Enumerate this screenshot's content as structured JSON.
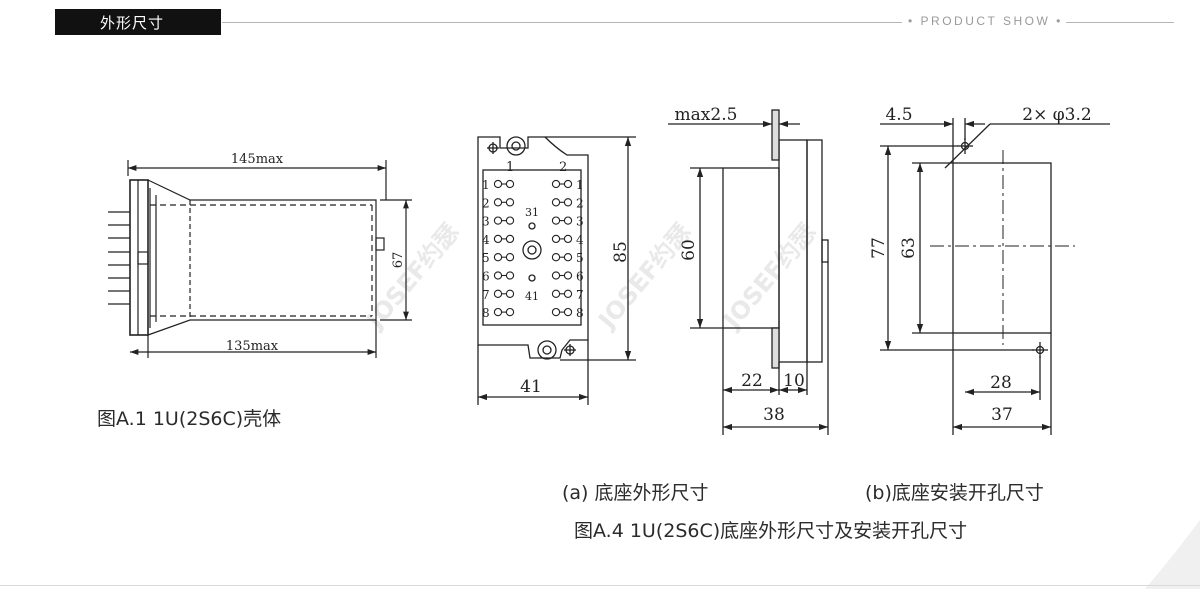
{
  "header": {
    "tab_label": "外形尺寸",
    "product_show": "PRODUCT SHOW"
  },
  "watermark": "JOSEF约瑟",
  "figure_a1": {
    "dim_top": "145max",
    "dim_bottom": "135max",
    "dim_height": "67",
    "caption": "图A.1  1U(2S6C)壳体"
  },
  "figure_a4": {
    "socket": {
      "label_col1": "1",
      "label_col2": "2",
      "label_31": "31",
      "label_41": "41",
      "row_numbers": [
        "1",
        "2",
        "3",
        "4",
        "5",
        "6",
        "7",
        "8"
      ],
      "dim_height": "85",
      "dim_width": "41"
    },
    "side": {
      "dim_max": "max2.5",
      "dim_height": "60",
      "dim_22": "22",
      "dim_10": "10",
      "dim_38": "38"
    },
    "cutout": {
      "dim_45": "4.5",
      "dim_holes": "2× φ3.2",
      "dim_77": "77",
      "dim_63": "63",
      "dim_28": "28",
      "dim_37": "37"
    },
    "caption_a": "(a) 底座外形尺寸",
    "caption_b": "(b)底座安装开孔尺寸",
    "caption": "图A.4  1U(2S6C)底座外形尺寸及安装开孔尺寸"
  }
}
